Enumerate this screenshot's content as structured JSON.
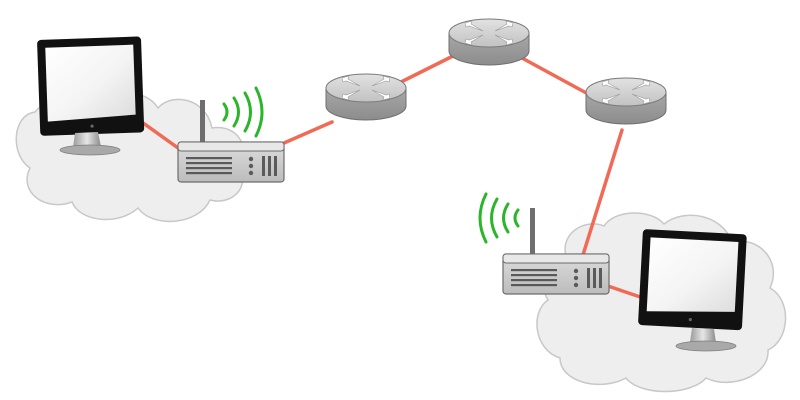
{
  "diagram": {
    "type": "network-topology",
    "nodes": [
      {
        "id": "computer-left",
        "kind": "desktop-monitor",
        "icon": "monitor-icon"
      },
      {
        "id": "cloud-left",
        "kind": "local-network-cloud",
        "icon": "cloud-icon"
      },
      {
        "id": "wifi-router-left",
        "kind": "wireless-access-point",
        "icon": "wifi-router-icon"
      },
      {
        "id": "router-1",
        "kind": "router",
        "icon": "router-icon"
      },
      {
        "id": "router-2",
        "kind": "router",
        "icon": "router-icon"
      },
      {
        "id": "router-3",
        "kind": "router",
        "icon": "router-icon"
      },
      {
        "id": "wifi-router-right",
        "kind": "wireless-access-point",
        "icon": "wifi-router-icon"
      },
      {
        "id": "cloud-right",
        "kind": "local-network-cloud",
        "icon": "cloud-icon"
      },
      {
        "id": "computer-right",
        "kind": "desktop-monitor",
        "icon": "monitor-icon"
      }
    ],
    "links": [
      {
        "from": "computer-left",
        "to": "wifi-router-left"
      },
      {
        "from": "wifi-router-left",
        "to": "router-1"
      },
      {
        "from": "router-1",
        "to": "router-2"
      },
      {
        "from": "router-2",
        "to": "router-3"
      },
      {
        "from": "router-3",
        "to": "wifi-router-right"
      },
      {
        "from": "wifi-router-right",
        "to": "computer-right"
      }
    ],
    "colors": {
      "link": "#f06a55",
      "wifi_signal": "#2bb52b",
      "cloud_fill": "#eeeeee",
      "cloud_stroke": "#c8c8c8",
      "router_fill": "#c4c4c4",
      "router_dark": "#8a8a8a",
      "monitor_frame": "#111111"
    }
  }
}
